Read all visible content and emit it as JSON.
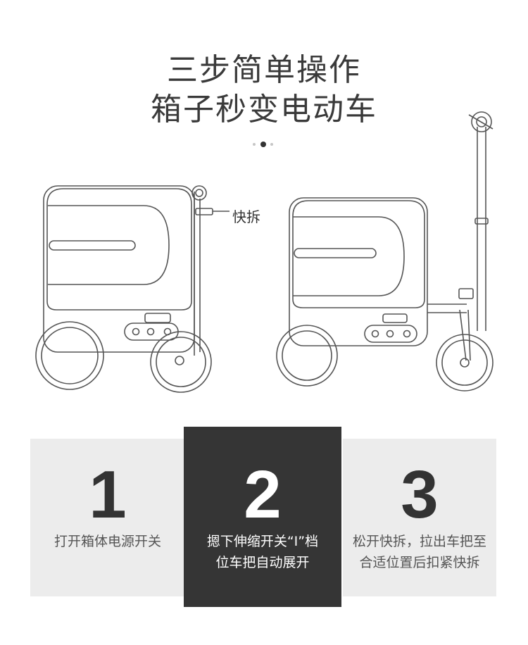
{
  "header": {
    "title_line1": "三步简单操作",
    "title_line2": "箱子秒变电动车"
  },
  "carousel": {
    "total": 3,
    "active": 2
  },
  "illustration": {
    "callout_label": "快拆"
  },
  "steps": [
    {
      "number": "1",
      "line1": "打开箱体电源开关",
      "line2": ""
    },
    {
      "number": "2",
      "line1": "摁下伸缩开关“I”档",
      "line2": "位车把自动展开"
    },
    {
      "number": "3",
      "line1": "松开快拆，拉出车把至",
      "line2": "合适位置后扣紧快拆"
    }
  ],
  "colors": {
    "dark_panel": "#353535",
    "light_panel": "#ececec",
    "line_art": "#555555"
  }
}
